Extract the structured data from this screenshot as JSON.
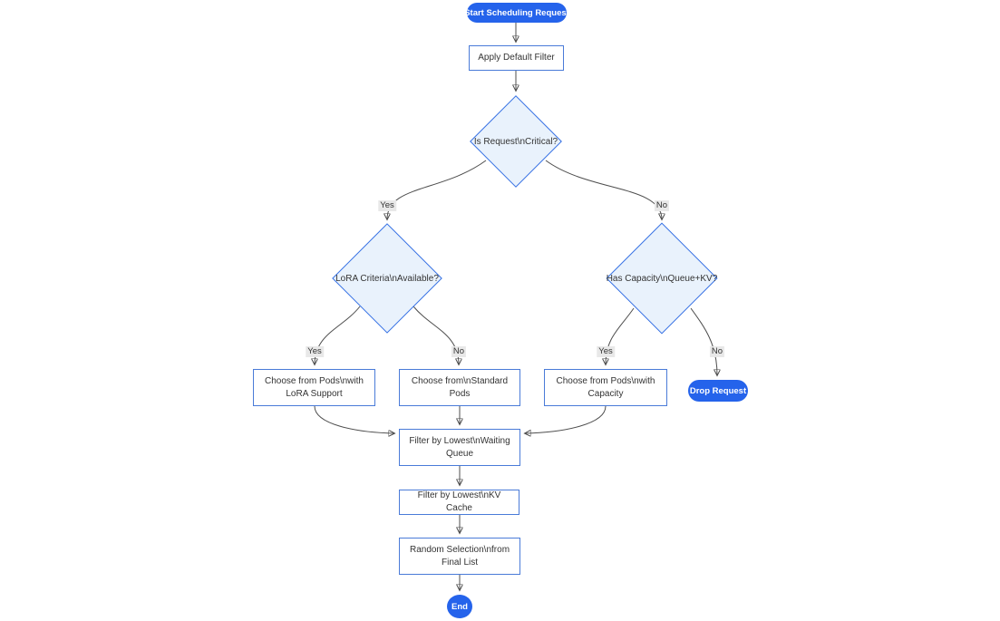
{
  "diagram": {
    "type": "flowchart",
    "direction": "top-down"
  },
  "colors": {
    "accent_blue": "#2563eb",
    "rect_border": "#4a7bd8",
    "diamond_fill": "#e9f2fc",
    "diamond_border": "#3570e4",
    "edge_stroke": "#4d4d4d",
    "edge_label_bg": "#e8e8e8",
    "text": "#333333",
    "background": "#ffffff"
  },
  "nodes": {
    "start": {
      "label": "Start Scheduling Request",
      "shape": "pill"
    },
    "apply_filter": {
      "label": "Apply Default Filter",
      "shape": "rect"
    },
    "is_critical": {
      "label": "Is Request\\nCritical?",
      "shape": "diamond"
    },
    "lora_criteria": {
      "label": "LoRA Criteria\\nAvailable?",
      "shape": "diamond"
    },
    "has_capacity": {
      "label": "Has Capacity\\nQueue+KV?",
      "shape": "diamond"
    },
    "choose_lora_pods": {
      "label": "Choose from Pods\\nwith LoRA Support",
      "shape": "rect"
    },
    "choose_standard_pods": {
      "label": "Choose from\\nStandard Pods",
      "shape": "rect"
    },
    "choose_capacity_pods": {
      "label": "Choose from Pods\\nwith Capacity",
      "shape": "rect"
    },
    "drop_request": {
      "label": "Drop Request",
      "shape": "pill"
    },
    "filter_waiting_queue": {
      "label": "Filter by Lowest\\nWaiting Queue",
      "shape": "rect"
    },
    "filter_kv_cache": {
      "label": "Filter by Lowest\\nKV Cache",
      "shape": "rect"
    },
    "random_selection": {
      "label": "Random Selection\\nfrom Final List",
      "shape": "rect"
    },
    "end": {
      "label": "End",
      "shape": "ellipse"
    }
  },
  "edge_labels": {
    "is_critical_yes": "Yes",
    "is_critical_no": "No",
    "lora_yes": "Yes",
    "lora_no": "No",
    "capacity_yes": "Yes",
    "capacity_no": "No"
  }
}
